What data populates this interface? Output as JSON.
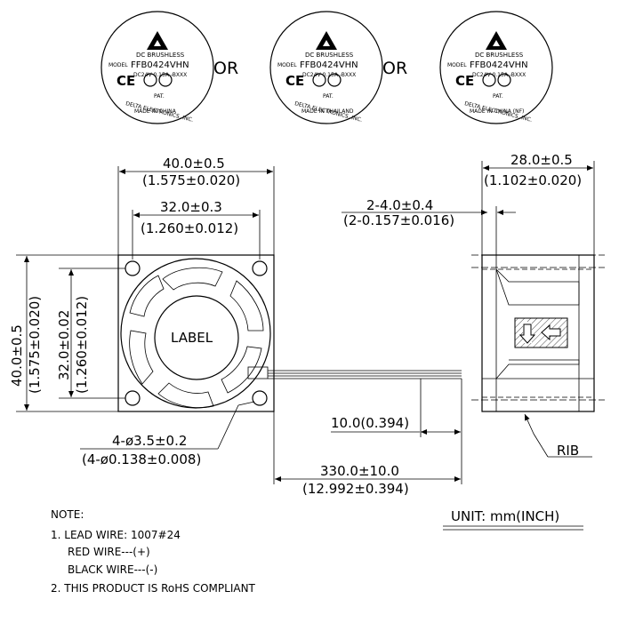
{
  "labels": [
    {
      "brand_line": "DC BRUSHLESS",
      "model_prefix": "MODEL",
      "model": "FFB0424VHN",
      "rating": "DC24V  0.15A  -BXXX",
      "marks": "CE",
      "pat": "PAT.",
      "maker": "DELTA ELECTRONICS, INC.",
      "origin": "MADE IN CHINA"
    },
    {
      "brand_line": "DC BRUSHLESS",
      "model_prefix": "MODEL",
      "model": "FFB0424VHN",
      "rating": "DC24V  0.15A  -BXXX",
      "marks": "CE",
      "pat": "PAT.",
      "maker": "DELTA ELECTRONICS, INC.",
      "origin": "MADE IN THAILAND"
    },
    {
      "brand_line": "DC BRUSHLESS",
      "model_prefix": "MODEL",
      "model": "FFB0424VHN",
      "rating": "DC24V  0.15A  -BXXX",
      "marks": "CE",
      "pat": "PAT.",
      "maker": "DELTA ELECTRONICS, INC.",
      "origin": "MADE IN CHINA (NF)"
    }
  ],
  "or_text": "OR",
  "front_view": {
    "width_mm": "40.0±0.5",
    "width_in": "(1.575±0.020)",
    "hole_spacing_mm": "32.0±0.3",
    "hole_spacing_in": "(1.260±0.012)",
    "height_mm": "40.0±0.5",
    "height_in": "(1.575±0.020)",
    "hole_vspacing_mm": "32.0±0.02",
    "hole_vspacing_in": "(1.260±0.012)",
    "hub_label": "LABEL",
    "hole_dia_mm": "4-ø3.5±0.2",
    "hole_dia_in": "(4-ø0.138±0.008)",
    "strip_mm": "10.0(0.394)",
    "lead_mm": "330.0±10.0",
    "lead_in": "(12.992±0.394)"
  },
  "side_view": {
    "depth_mm": "28.0±0.5",
    "depth_in": "(1.102±0.020)",
    "flange_mm": "2-4.0±0.4",
    "flange_in": "(2-0.157±0.016)",
    "rib_label": "RIB"
  },
  "unit": "UNIT: mm(INCH)",
  "notes": {
    "title": "NOTE:",
    "lines": [
      "1. LEAD WIRE: 1007#24",
      "RED WIRE---(+)",
      "BLACK WIRE---(-)",
      "2. THIS PRODUCT IS RoHS COMPLIANT"
    ]
  }
}
